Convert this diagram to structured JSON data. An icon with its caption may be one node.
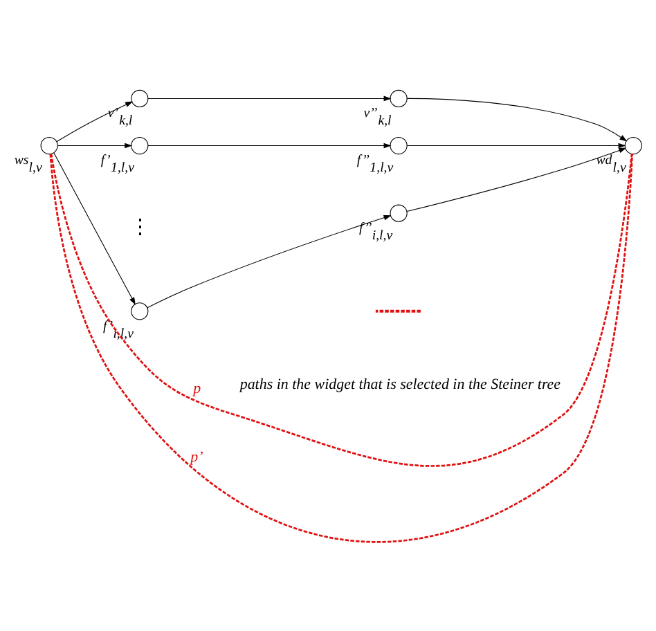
{
  "diagram": {
    "nodes": [
      {
        "text": [],
        "shape": "circle",
        "beside": [
          "ws$_{l,v}$"
        ]
      },
      {
        "text": [],
        "shape": "circle",
        "beside": [
          "v’$_{k,l}$"
        ]
      },
      {
        "text": [],
        "shape": "circle",
        "beside": [
          "v’’$_{k,l}$"
        ]
      },
      {
        "text": [],
        "shape": "circle",
        "beside": [
          "f’$_{1,l,v}$"
        ]
      },
      {
        "text": [],
        "shape": "circle",
        "beside": [
          "f’’$_{1,l,v}$"
        ]
      },
      {
        "text": [],
        "shape": "circle",
        "beside": [
          "f’$_{i,l,v}$"
        ]
      },
      {
        "text": [],
        "shape": "circle",
        "beside": [
          "f’’$_{i,l,v}$"
        ]
      },
      {
        "text": [],
        "shape": "circle",
        "beside": [
          "wd$_{l,v}$"
        ]
      }
    ],
    "edges": [
      {
        "from": 0,
        "to": 1,
        "arrow": "to"
      },
      {
        "from": 1,
        "to": 2,
        "arrow": "to"
      },
      {
        "from": 2,
        "to": 7,
        "arrow": "to"
      },
      {
        "from": 0,
        "to": 3,
        "arrow": "to"
      },
      {
        "from": 3,
        "to": 4,
        "arrow": "to"
      },
      {
        "from": 4,
        "to": 7,
        "arrow": "to"
      },
      {
        "from": 0,
        "to": 5,
        "arrow": "to"
      },
      {
        "from": 5,
        "to": 6,
        "arrow": "to"
      },
      {
        "from": 6,
        "to": 7,
        "arrow": "to"
      },
      {
        "from": 0,
        "to": 7,
        "arrow": "none",
        "label": "p",
        "style": "dashed",
        "color": "#e01010"
      },
      {
        "from": 0,
        "to": 7,
        "arrow": "none",
        "label": "p’",
        "style": "dashed",
        "color": "#e01010"
      }
    ],
    "labels": [
      "⋮"
    ],
    "legend": [
      {
        "text": "paths in the widget that is selected in the Steiner tree"
      }
    ]
  }
}
